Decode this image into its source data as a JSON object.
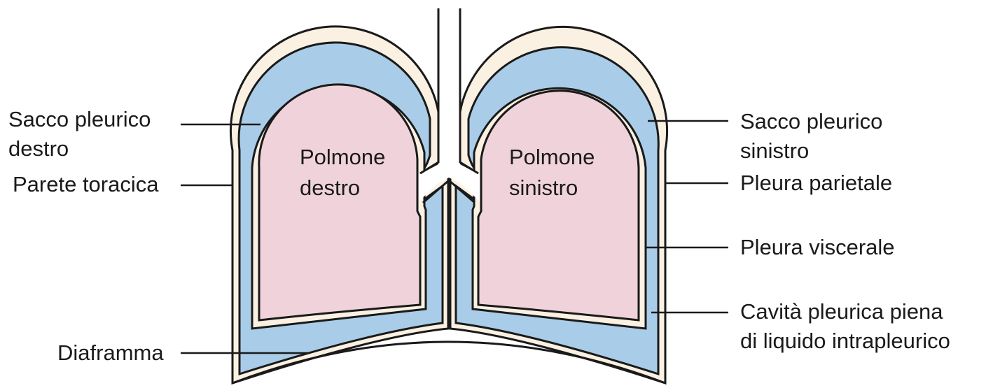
{
  "labels": {
    "right_pleural_sac": [
      "Sacco pleurico",
      "destro"
    ],
    "chest_wall": "Parete toracica",
    "diaphragm": "Diaframma",
    "left_pleural_sac": [
      "Sacco pleurico",
      "sinistro"
    ],
    "parietal_pleura": "Pleura parietale",
    "visceral_pleura": "Pleura viscerale",
    "pleural_cavity": [
      "Cavità pleurica piena",
      "di liquido intrapleurico"
    ],
    "right_lung": [
      "Polmone",
      "destro"
    ],
    "left_lung": [
      "Polmone",
      "sinistro"
    ]
  },
  "colors": {
    "pleural_fluid": "#a9cde8",
    "lung": "#f0d3da",
    "membrane": "#fbf1e3",
    "outline": "#1a1a1a"
  }
}
